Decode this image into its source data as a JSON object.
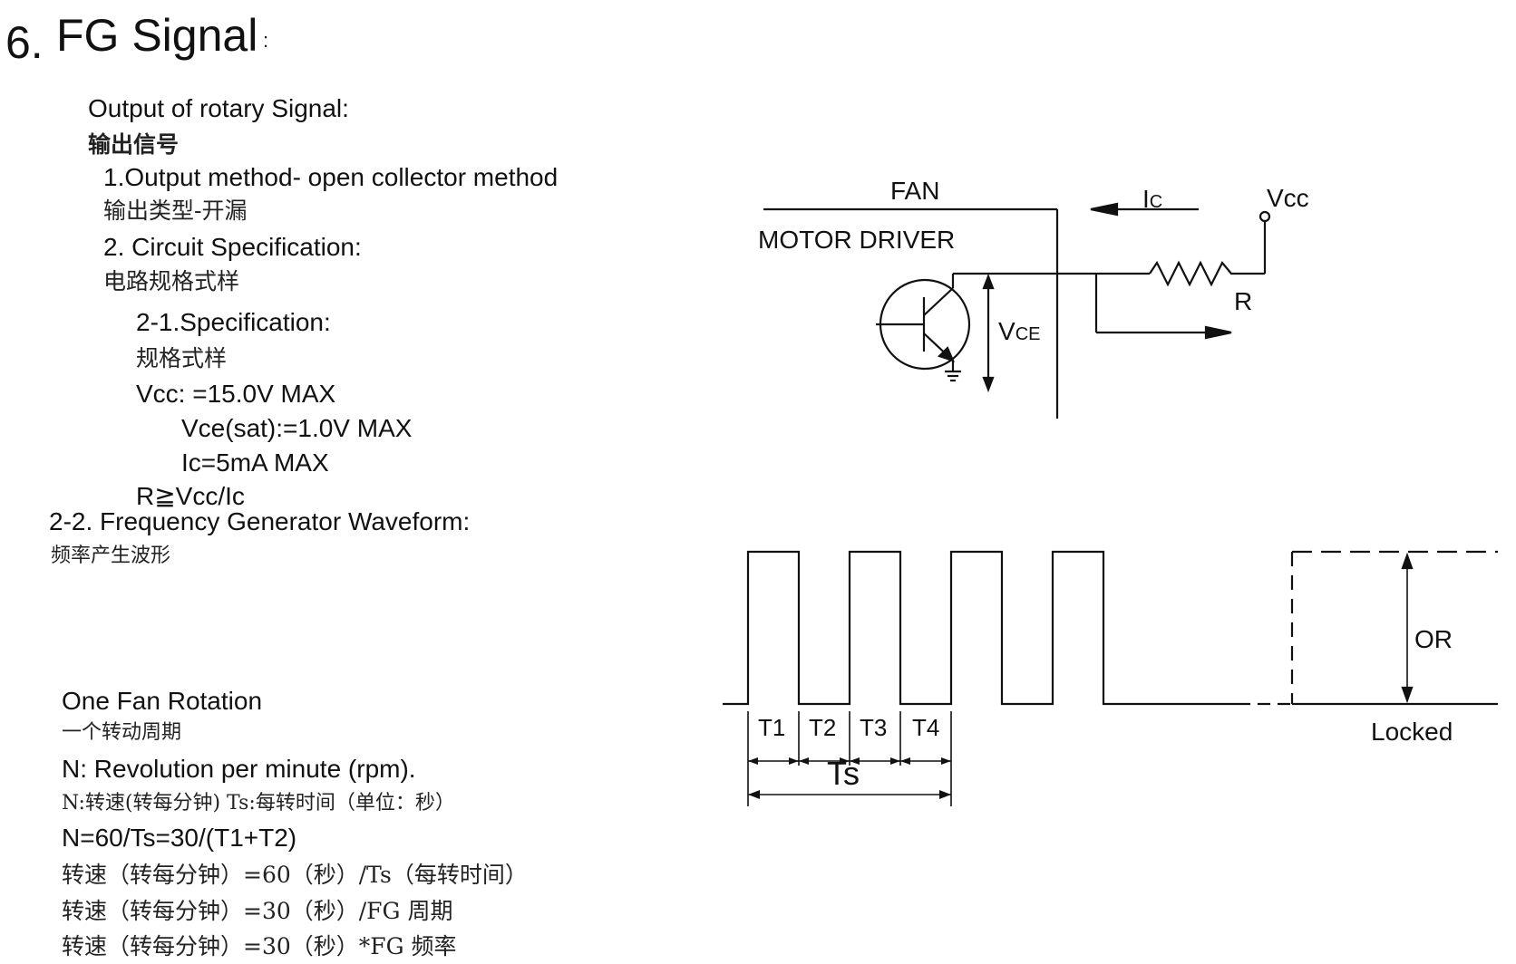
{
  "section": {
    "number": "6.",
    "title": "FG Signal",
    "colon": ":"
  },
  "spec": {
    "output_heading_en": "Output of rotary Signal:",
    "output_heading_cn": "输出信号",
    "item1_en": "1.Output method- open collector method",
    "item1_cn": "输出类型-开漏",
    "item2_en": "2. Circuit Specification:",
    "item2_cn": "电路规格式样",
    "item21_en": "2-1.Specification:",
    "item21_cn": "规格式样",
    "vcc": "Vcc: =15.0V MAX",
    "vce_sat": "Vce(sat):=1.0V MAX",
    "ic": "Ic=5mA MAX",
    "r": "R≧Vcc/Ic",
    "item22_en": "2-2. Frequency Generator Waveform:",
    "item22_cn": "频率产生波形"
  },
  "rotation": {
    "heading_en": "One Fan Rotation",
    "heading_cn": "一个转动周期",
    "n_def_en": "N: Revolution  per minute (rpm).",
    "n_def_cn": "N:转速(转每分钟)  Ts:每转时间（单位：秒）",
    "formula": "N=60/Ts=30/(T1+T2)",
    "formula_cn1": "转速（转每分钟）=60（秒）/Ts（每转时间）",
    "formula_cn2": "转速（转每分钟）=30（秒）/FG 周期",
    "formula_cn3": "转速（转每分钟）=30（秒）*FG 频率"
  },
  "circuit": {
    "fan_label": "FAN",
    "driver_label": "MOTOR DRIVER",
    "ic_label_main": "I",
    "ic_label_sub": "C",
    "vcc_label": "Vcc",
    "r_label": "R",
    "vce_label_main": "V",
    "vce_label_sub": "CE"
  },
  "waveform": {
    "t1": "T1",
    "t2": "T2",
    "t3": "T3",
    "t4": "T4",
    "ts": "Ts",
    "or_label": "OR",
    "locked_label": "Locked"
  }
}
